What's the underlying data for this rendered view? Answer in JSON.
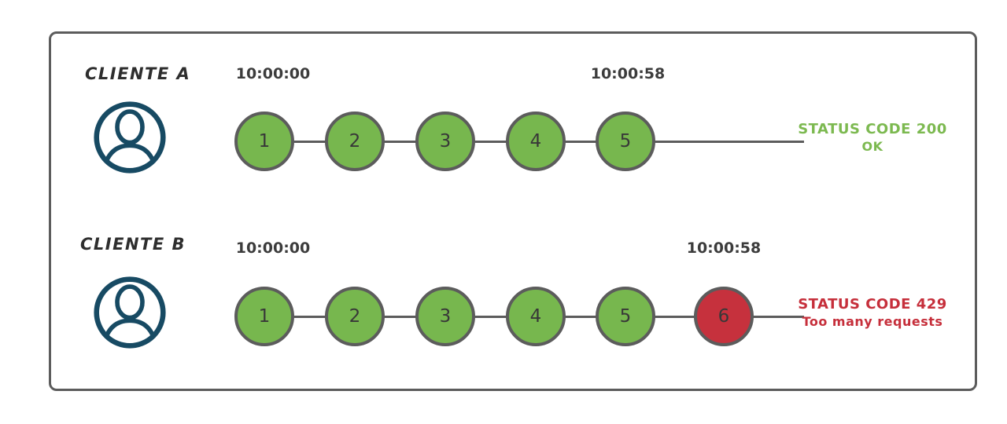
{
  "colors": {
    "circle_green": "#77b74e",
    "circle_red": "#c6313d",
    "outline_gray": "#5c5c5c",
    "status_green": "#7cb950",
    "status_red": "#c62f3b",
    "avatar_navy": "#174a63",
    "timestamp_dark": "#3c3c3c"
  },
  "rows": [
    {
      "client_label": "CLIENTE A",
      "start_time": "10:00:00",
      "end_time": "10:00:58",
      "requests": [
        {
          "label": "1",
          "status": "allowed"
        },
        {
          "label": "2",
          "status": "allowed"
        },
        {
          "label": "3",
          "status": "allowed"
        },
        {
          "label": "4",
          "status": "allowed"
        },
        {
          "label": "5",
          "status": "allowed"
        }
      ],
      "status": {
        "line1": "STATUS CODE 200",
        "line2": "OK",
        "type": "success"
      }
    },
    {
      "client_label": "CLIENTE B",
      "start_time": "10:00:00",
      "end_time": "10:00:58",
      "requests": [
        {
          "label": "1",
          "status": "allowed"
        },
        {
          "label": "2",
          "status": "allowed"
        },
        {
          "label": "3",
          "status": "allowed"
        },
        {
          "label": "4",
          "status": "allowed"
        },
        {
          "label": "5",
          "status": "allowed"
        },
        {
          "label": "6",
          "status": "rejected"
        }
      ],
      "status": {
        "line1": "STATUS CODE 429",
        "line2": "Too many requests",
        "type": "error"
      }
    }
  ]
}
